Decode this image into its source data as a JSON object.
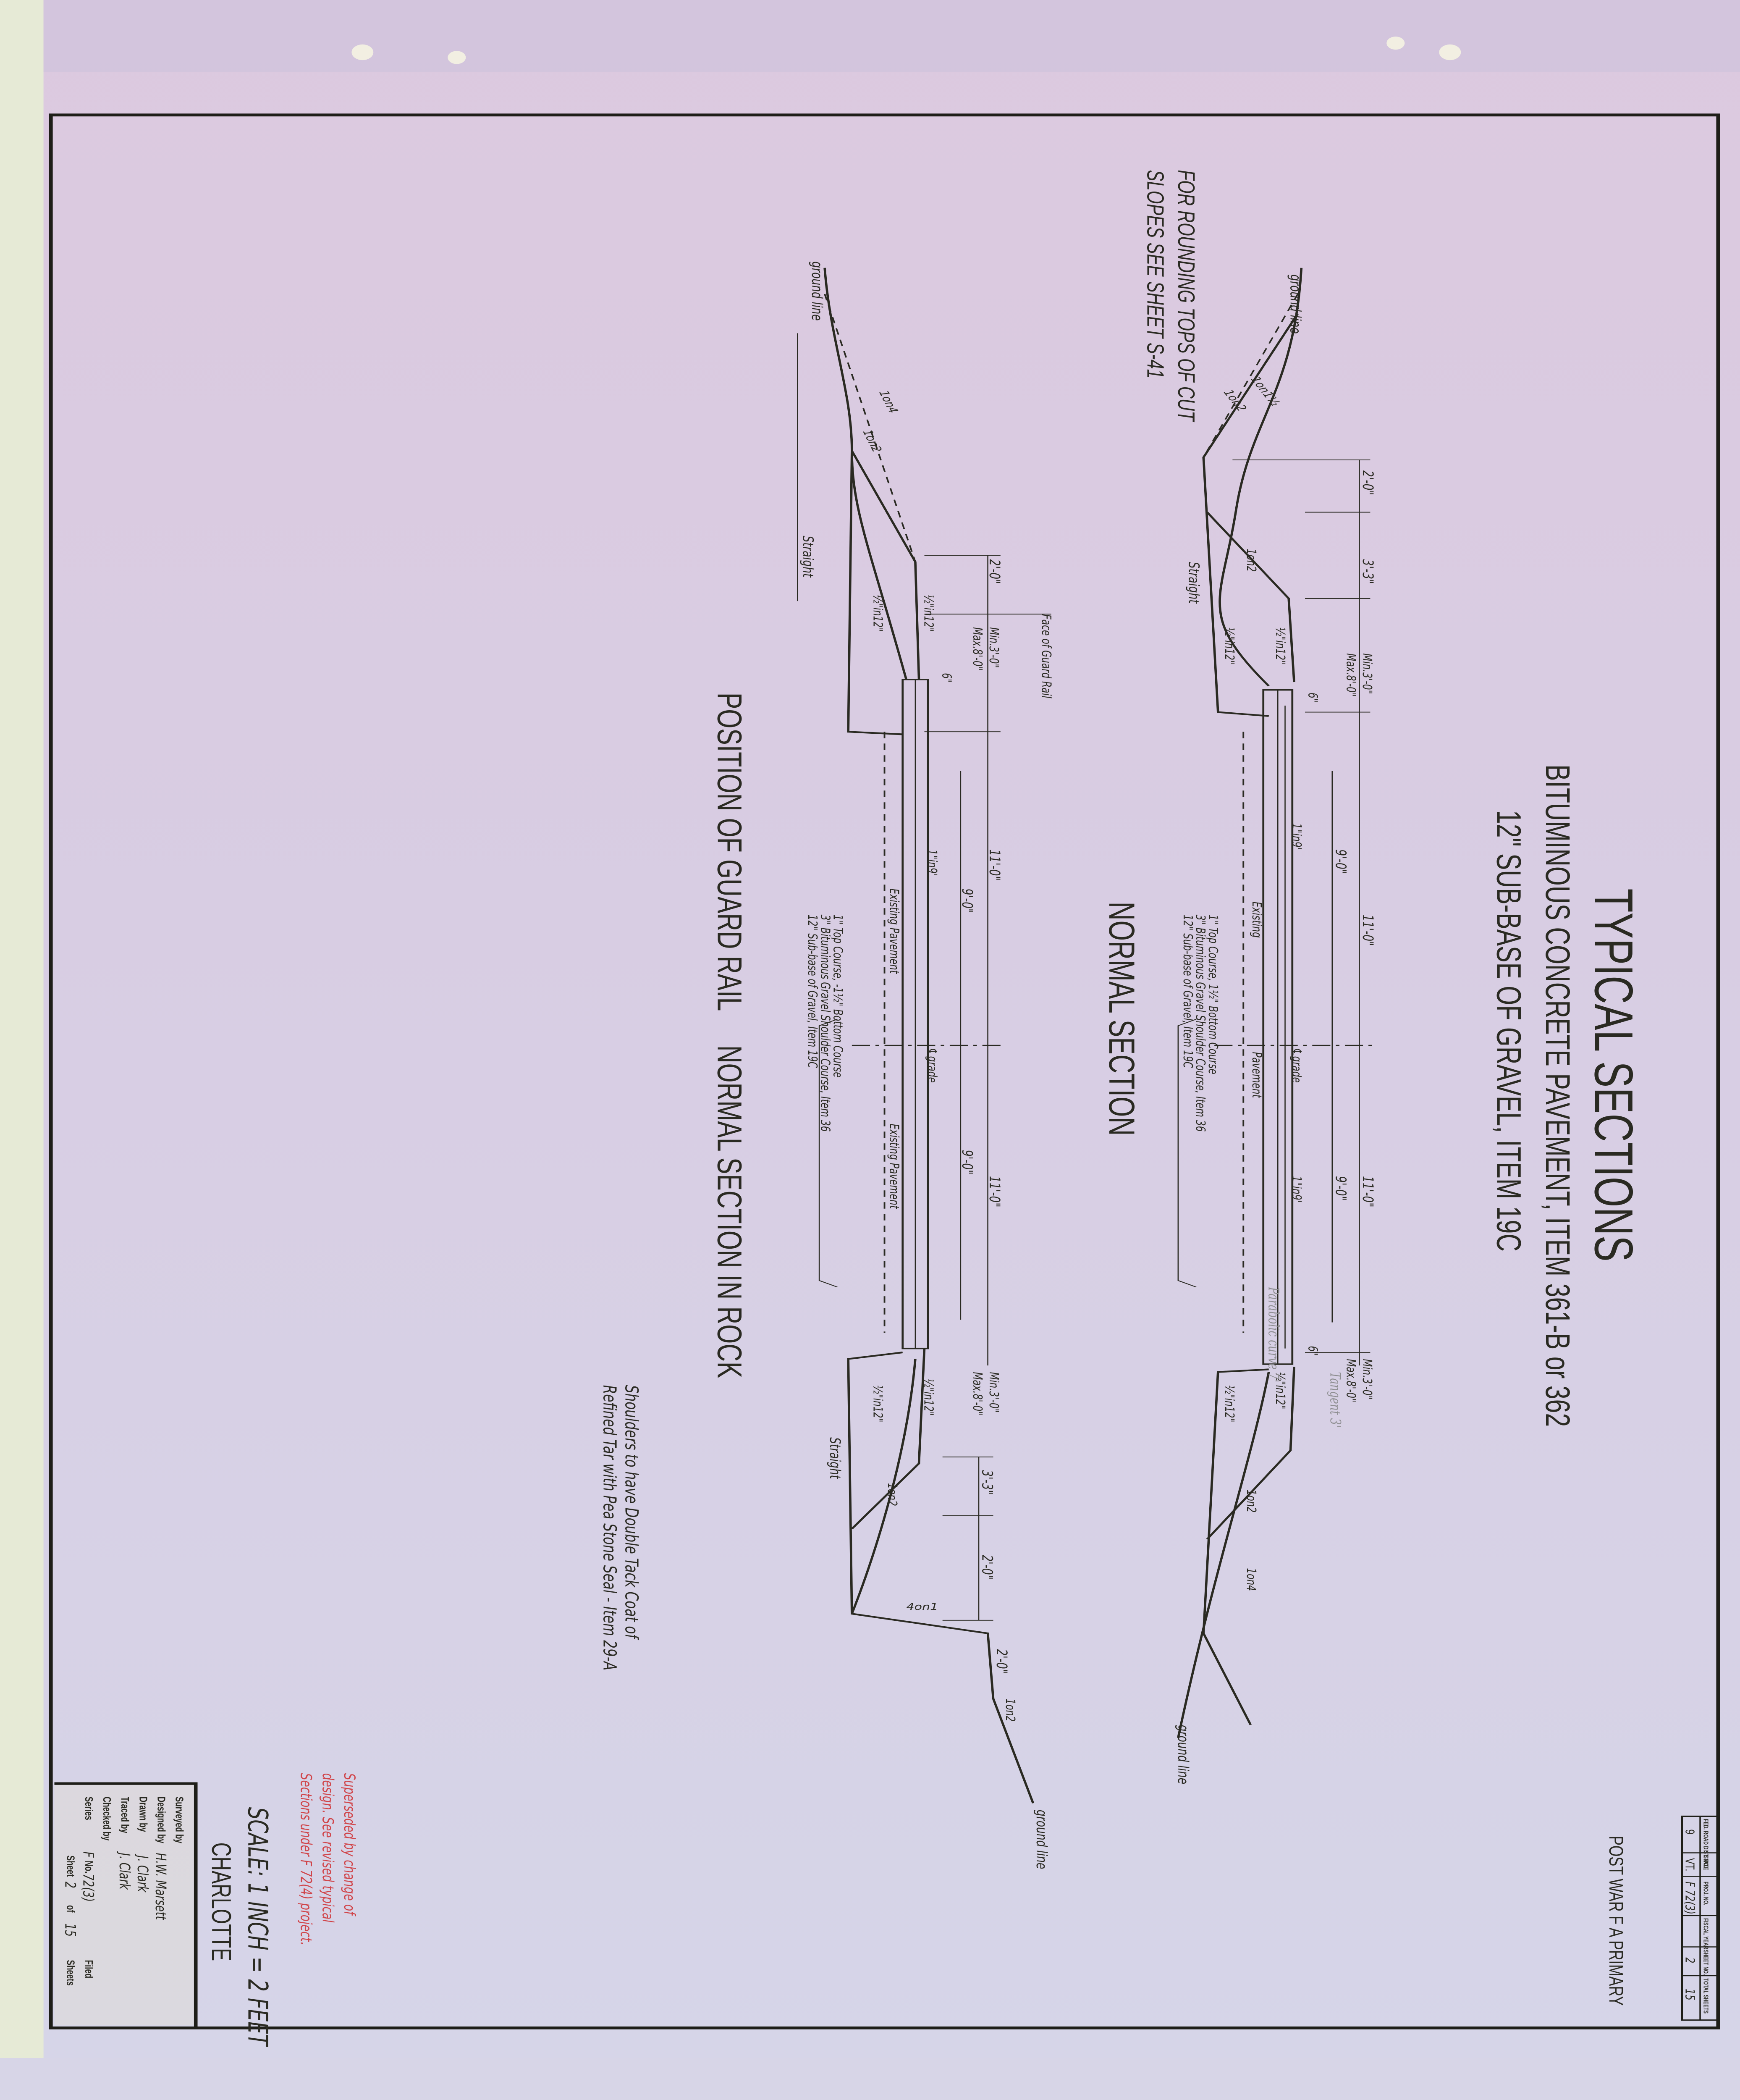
{
  "title": {
    "main": "TYPICAL SECTIONS",
    "line1": "BITUMINOUS CONCRETE PAVEMENT, ITEM 361-B or 362",
    "line2": "12\" SUB-BASE OF GRAVEL, ITEM 19C"
  },
  "header": {
    "program": "POST WAR F A PRIMARY",
    "table": {
      "columns": [
        "FED. ROAD DIST. NO.",
        "STATE",
        "PROJ. NO.",
        "FISCAL YEAR",
        "SHEET NO.",
        "TOTAL SHEETS"
      ],
      "values": [
        "9",
        "VT.",
        "F 72(3)",
        "",
        "2",
        "15"
      ]
    }
  },
  "notes": {
    "rounding_1": "FOR ROUNDING TOPS OF CUT",
    "rounding_2": "SLOPES SEE SHEET S-41",
    "shoulders_1": "Shoulders to have Double Tack Coat of",
    "shoulders_2": "Refined Tar with Pea Stone Seal - Item 29-A",
    "superseded_1": "Superseded by change of",
    "superseded_2": "design. See revised typical",
    "superseded_3": "Sections under F 72(4) project.",
    "pencil_1": "Parabolic curve 7'",
    "pencil_2": "Tangent 3'"
  },
  "sections": {
    "normal": {
      "title": "NORMAL SECTION",
      "ground_line": "ground line",
      "ground_line_right": "ground line",
      "slope_1on1_5": "1on1½",
      "slope_1on2_a": "1on2",
      "slope_1on2_b": "1on2",
      "slope_1on2_c": "1on2",
      "slope_1on4": "1on4",
      "straight": "Straight",
      "half_in_12_a": "½\"in12\"",
      "half_in_12_b": "½\"in12\"",
      "half_in_12_c": "½\"in12\"",
      "half_in_12_d": "½\"in12\"",
      "dim_2_0": "2'-0\"",
      "dim_3_3": "3'-3\"",
      "dim_min_l": "Min.3'-0\"",
      "dim_max_l": "Max.8'-0\"",
      "dim_min_r": "Min.3'-0\"",
      "dim_max_r": "Max.8'-0\"",
      "dim_6_l": "6\"",
      "dim_6_r": "6\"",
      "dim_11_l": "11'-0\"",
      "dim_11_r": "11'-0\"",
      "dim_9_l": "9'-0\"",
      "dim_9_r": "9'-0\"",
      "crown_l": "1\"in9'",
      "crown_r": "1\"in9'",
      "existing_1": "Existing",
      "existing_2": "Pavement",
      "grade": "℄grade",
      "callout_1": "1\" Top Course,   1½\" Bottom Course",
      "callout_2": "3\" Bituminous Gravel Shoulder Course, Item 36",
      "callout_3": "12\" Sub-base of Gravel, Item 19C"
    },
    "rock": {
      "title_left": "POSITION OF GUARD RAIL",
      "title_right": "NORMAL SECTION IN ROCK",
      "ground_line": "ground line",
      "ground_line_right": "ground line",
      "slope_1on4": "1on4",
      "slope_1on2_a": "1on2",
      "slope_1on2_b": "1on2",
      "slope_1on2_c": "1on2",
      "slope_4on1": "4on1",
      "straight_l": "Straight",
      "straight_r": "Straight",
      "half_in_12_a": "½\"in12\"",
      "half_in_12_b": "½\"in12\"",
      "half_in_12_c": "½\"in12\"",
      "half_in_12_d": "½\"in12\"",
      "face_guard_rail": "Face of Guard Rail",
      "dim_2_0_l": "2'-0\"",
      "dim_min_l": "Min.3'-0\"",
      "dim_max_l": "Max.8'-0\"",
      "dim_6": "6\"",
      "dim_11_l": "11'-0\"",
      "dim_11_r": "11'-0\"",
      "dim_9_l": "9'-0\"",
      "dim_9_r": "9'-0\"",
      "crown_l": "1\"in9'",
      "existing_l": "Existing Pavement",
      "existing_r": "Existing Pavement",
      "grade": "℄grade",
      "dim_min_r": "Min.3'-0\"",
      "dim_max_r": "Max.8'-0\"",
      "dim_3_3": "3'-3\"",
      "dim_2_0_r": "2'-0\"",
      "dim_2_0_far": "2'-0\"",
      "callout_1": "1\" Top Course,  -1½\" Bottom Course",
      "callout_2": "3\" Bituminous Gravel Shoulder Course, Item 36",
      "callout_3": "12\" Sub-base of Gravel, Item 19C"
    }
  },
  "scale": {
    "label": "SCALE: 1 INCH = 2 FEET",
    "town": "CHARLOTTE"
  },
  "title_block": {
    "surveyed_label": "Surveyed by",
    "surveyed_value": "",
    "designed_label": "Designed by",
    "designed_value": "H.W. Marsett",
    "drawn_label": "Drawn by",
    "drawn_value": "J. Clark",
    "traced_label": "Traced by",
    "traced_value": "J. Clark",
    "checked_label": "Checked by",
    "checked_value": "",
    "series_label": "Series",
    "file_prefix": "F",
    "file_no_label": "No.",
    "file_no_value": "72(3)",
    "filed_label": "Filed",
    "sheet_label": "Sheet",
    "sheet_value": "2",
    "of_label": "of",
    "total_value": "15",
    "sheets_label": "Sheets"
  },
  "colors": {
    "paper": "#d7d5e7",
    "ink": "#2a2a22",
    "red_note": "#d0454a",
    "pencil": "#8f8f92",
    "edge": "#e6ead6"
  }
}
